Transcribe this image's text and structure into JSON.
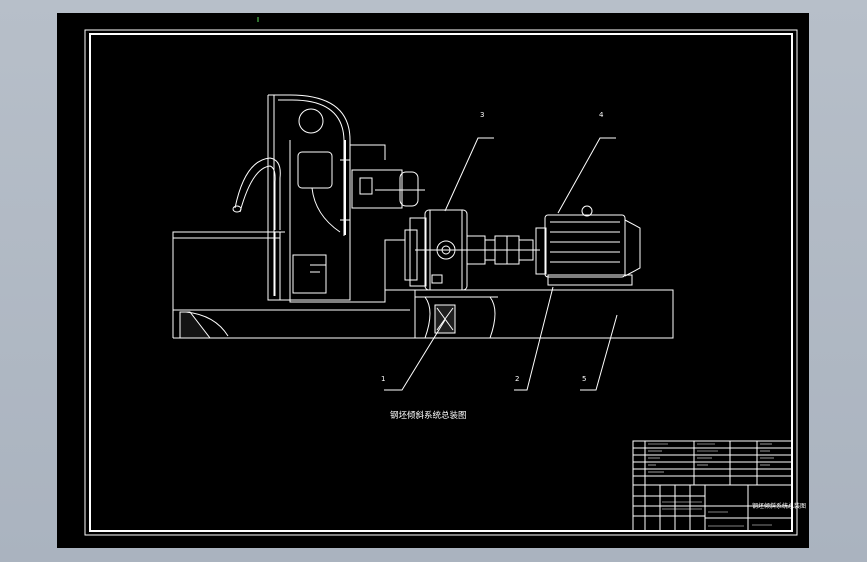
{
  "drawing": {
    "caption": "钢坯倾斜系统总装图",
    "part_numbers": {
      "p1": "1",
      "p2": "2",
      "p3": "3",
      "p4": "4",
      "p5": "5"
    }
  },
  "title_block": {
    "title": "钢坯倾斜系统总装图"
  },
  "colors": {
    "background": "#000000",
    "lines": "#ffffff",
    "frame_surround": "#b0b8c3"
  }
}
